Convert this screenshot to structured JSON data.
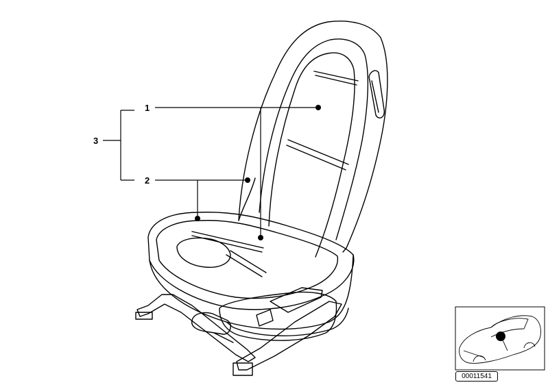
{
  "callouts": [
    {
      "id": "1"
    },
    {
      "id": "2"
    },
    {
      "id": "3"
    }
  ],
  "reference_code": "00011541"
}
